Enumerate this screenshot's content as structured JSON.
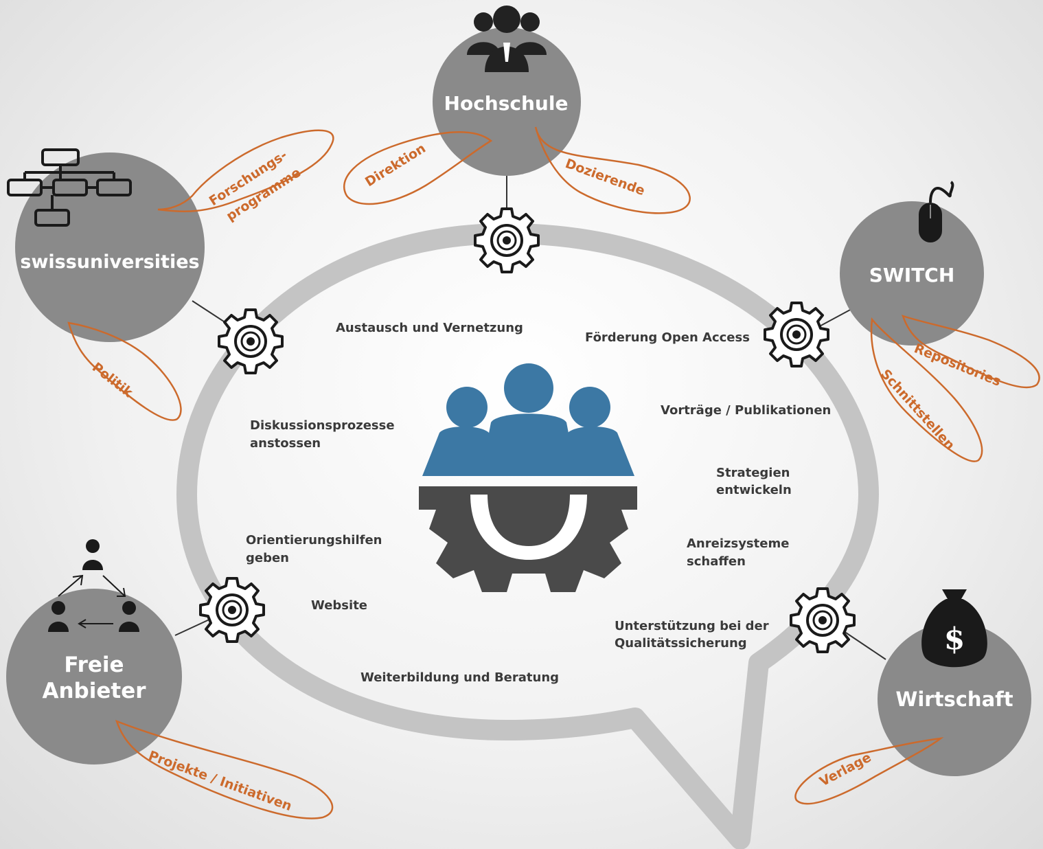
{
  "nodes": {
    "hochschule": {
      "label": "Hochschule",
      "tags": [
        "Direktion",
        "Dozierende"
      ]
    },
    "swissuniversities": {
      "label": "swissuniversities",
      "tags": [
        "Forschungs-",
        "programme",
        "Politik"
      ]
    },
    "switch": {
      "label": "SWITCH",
      "tags": [
        "Repositories",
        "Schnittstellen"
      ]
    },
    "freie": {
      "label_line1": "Freie",
      "label_line2": "Anbieter",
      "tags": [
        "Projekte / Initiativen"
      ]
    },
    "wirtschaft": {
      "label": "Wirtschaft",
      "tags": [
        "Verlage"
      ]
    }
  },
  "topics": {
    "austausch": "Austausch und Vernetzung",
    "foerderung": "Förderung Open Access",
    "diskussion_1": "Diskussionsprozesse",
    "diskussion_2": "anstossen",
    "vortraege": "Vorträge / Publikationen",
    "strategien_1": "Strategien",
    "strategien_2": "entwickeln",
    "orientierung_1": "Orientierungshilfen",
    "orientierung_2": "geben",
    "anreiz_1": "Anreizsysteme",
    "anreiz_2": "schaffen",
    "website": "Website",
    "unterstuetzung_1": "Unterstützung bei der",
    "unterstuetzung_2": "Qualitätssicherung",
    "weiterbildung": "Weiterbildung und Beratung"
  },
  "icons": [
    "team-gear-icon",
    "people-group-icon",
    "org-chart-icon",
    "computer-mouse-icon",
    "network-people-icon",
    "money-bag-icon",
    "gear-icon"
  ],
  "colors": {
    "node_gray": "#8a8a8a",
    "ring_gray": "#c4c4c4",
    "accent_orange": "#cc6a2c",
    "team_blue": "#3c78a4",
    "gear_dark": "#4a4a4a"
  }
}
